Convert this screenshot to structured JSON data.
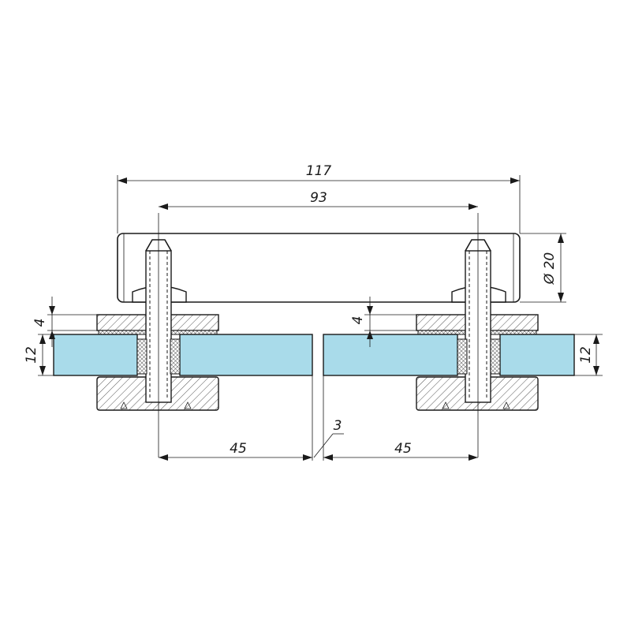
{
  "dimensions": {
    "overall_width": "117",
    "bolt_spacing": "93",
    "tube_diameter": "Ø 20",
    "washer_thickness_left": "4",
    "washer_thickness_right": "4",
    "glass_thickness_left": "12",
    "glass_thickness_right": "12",
    "glass_gap": "3",
    "edge_distance_left": "45",
    "edge_distance_right": "45"
  },
  "colors": {
    "glass": "#a9dbea",
    "line": "#1a1a1a"
  }
}
